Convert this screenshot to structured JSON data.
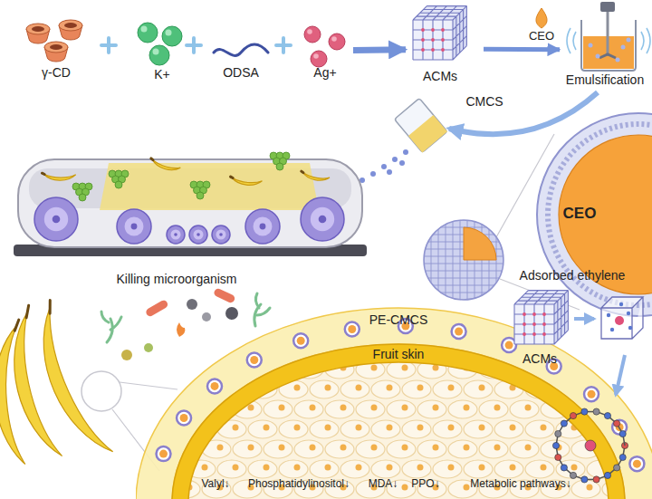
{
  "diagram": {
    "nodes": [
      {
        "text": [
          "γ-CD"
        ]
      },
      {
        "text": [
          "K+"
        ]
      },
      {
        "text": [
          "ODSA"
        ]
      },
      {
        "text": [
          "Ag+"
        ]
      },
      {
        "text": [
          "ACMs"
        ]
      },
      {
        "text": [
          "Emulsification"
        ]
      },
      {
        "text": [
          "CEO"
        ]
      },
      {
        "text": [
          "PE-CMCS"
        ]
      },
      {
        "text": [
          "Fruit skin"
        ]
      },
      {
        "text": [
          "ACMs"
        ]
      }
    ],
    "edges": [
      {
        "from": 3,
        "to": 4,
        "arrow": "to"
      },
      {
        "from": 4,
        "to": 5,
        "arrow": "to"
      }
    ],
    "labels": [
      "CEO",
      "CMCS",
      "Killing microorganism",
      "Adsorbed ethylene",
      "Valyl↓",
      "Phosphatidylinositol↓",
      "MDA↓",
      "PPO↓",
      "Metabolic pathways↓"
    ]
  }
}
